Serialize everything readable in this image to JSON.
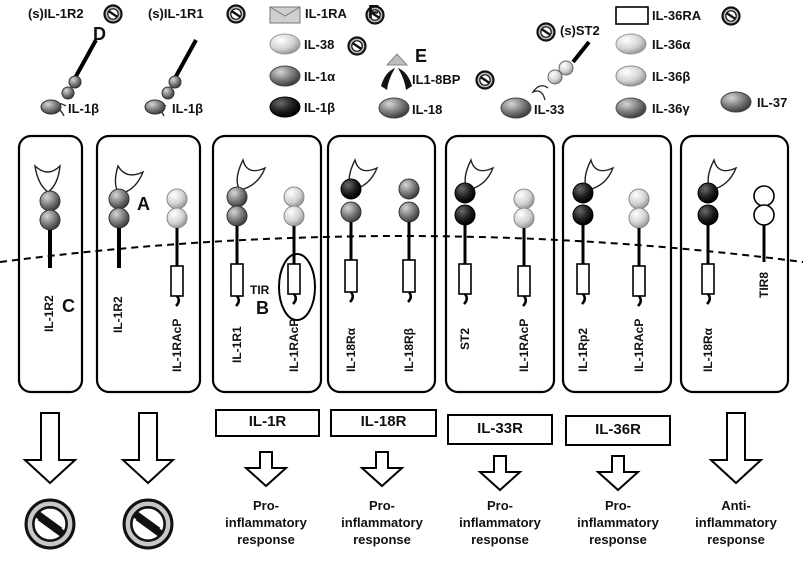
{
  "legend": {
    "sil1r2": "(s)IL-1R2",
    "sil1r1": "(s)IL-1R1",
    "il1ra": "IL-1RA",
    "il38": "IL-38",
    "il1a": "IL-1α",
    "il1b": "IL-1β",
    "il1_8bp": "IL1-8BP",
    "il18": "IL-18",
    "sst2": "(s)ST2",
    "il33": "IL-33",
    "il36ra": "IL-36RA",
    "il36a": "IL-36α",
    "il36b": "IL-36β",
    "il36g": "IL-36γ",
    "il37": "IL-37",
    "ligand_il1b_1": "IL-1β",
    "ligand_il1b_2": "IL-1β"
  },
  "letters": {
    "a": "A",
    "b": "B",
    "c": "C",
    "d": "D",
    "e": "E",
    "f": "F",
    "tir": "TIR"
  },
  "panels": [
    {
      "receptors": [
        "IL-1R2"
      ]
    },
    {
      "receptors": [
        "IL-1R2",
        "IL-1RAcP"
      ]
    },
    {
      "receptors": [
        "IL-1R1",
        "IL-1RAcP"
      ]
    },
    {
      "receptors": [
        "IL-18Rα",
        "IL-18Rβ"
      ]
    },
    {
      "receptors": [
        "ST2",
        "IL-1RAcP"
      ]
    },
    {
      "receptors": [
        "IL-1Rp2",
        "IL-1RAcP"
      ]
    },
    {
      "receptors": [
        "IL-18Rα",
        "TIR8"
      ]
    }
  ],
  "complexes": [
    "IL-1R",
    "IL-18R",
    "IL-33R",
    "IL-36R"
  ],
  "responses": {
    "pro": [
      "Pro-",
      "inflammatory",
      "response"
    ],
    "anti": [
      "Anti-",
      "inflammatory",
      "response"
    ]
  },
  "colors": {
    "dark": "#1b1b1b",
    "mid": "#6e6e6e",
    "light": "#cfcfcf",
    "outline": "#000000"
  }
}
